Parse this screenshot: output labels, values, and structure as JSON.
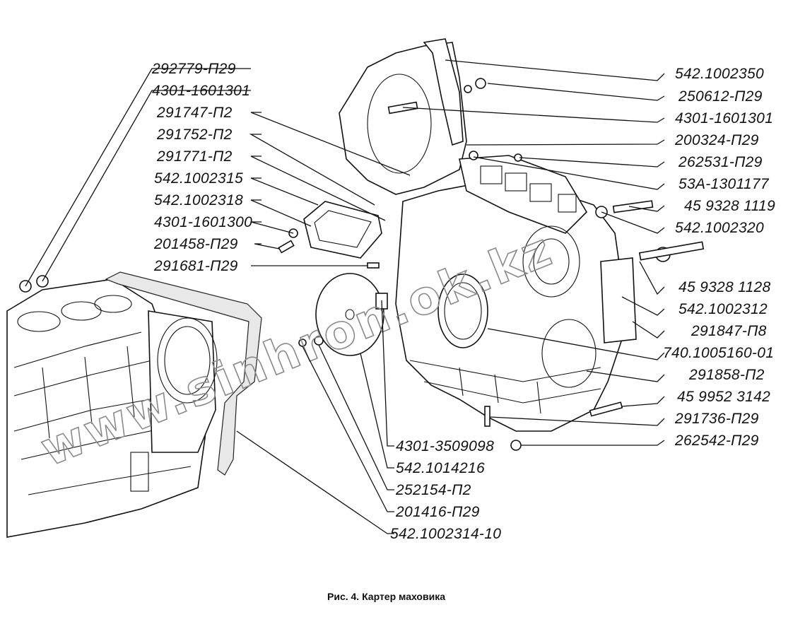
{
  "caption": "Рис. 4. Картер маховика",
  "watermark": "www.sinhron.ok.kz",
  "labels_left": [
    "292779-П29",
    "4301-1601301",
    "291747-П2",
    "291752-П2",
    "291771-П2",
    "542.1002315",
    "542.1002318",
    "4301-1601300",
    "201458-П29",
    "291681-П29"
  ],
  "labels_right": [
    "542.1002350",
    "250612-П29",
    "4301-1601301",
    "200324-П29",
    "262531-П29",
    "53А-1301177",
    "45 9328 1119",
    "542.1002320",
    "45 9328 1128",
    "542.1002312",
    "291847-П8",
    "740.1005160-01",
    "291858-П2",
    "45 9952 3142",
    "291736-П29",
    "262542-П29"
  ],
  "labels_bottom": [
    "4301-3509098",
    "542.1014216",
    "252154-П2",
    "201416-П29",
    "542.1002314-10"
  ]
}
